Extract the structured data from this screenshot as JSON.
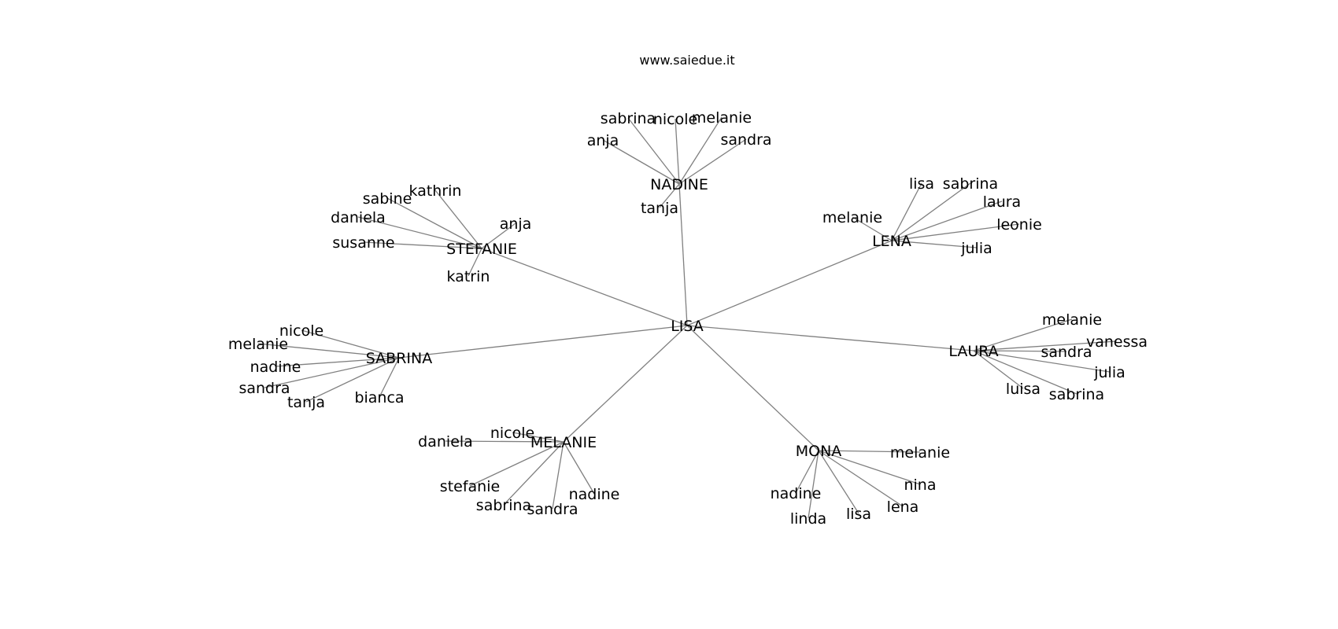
{
  "title": "www.saiedue.it",
  "graph": {
    "root": "LISA",
    "hubs": [
      {
        "label": "NADINE",
        "leaves": [
          "sabrina",
          "nicole",
          "melanie",
          "anja",
          "sandra",
          "tanja"
        ]
      },
      {
        "label": "LENA",
        "leaves": [
          "lisa",
          "sabrina",
          "laura",
          "melanie",
          "leonie",
          "julia"
        ]
      },
      {
        "label": "STEFANIE",
        "leaves": [
          "kathrin",
          "sabine",
          "daniela",
          "anja",
          "susanne",
          "katrin"
        ]
      },
      {
        "label": "SABRINA",
        "leaves": [
          "nicole",
          "melanie",
          "nadine",
          "sandra",
          "tanja",
          "bianca"
        ]
      },
      {
        "label": "LAURA",
        "leaves": [
          "melanie",
          "vanessa",
          "sandra",
          "julia",
          "luisa",
          "sabrina"
        ]
      },
      {
        "label": "MELANIE",
        "leaves": [
          "nicole",
          "daniela",
          "stefanie",
          "nadine",
          "sabrina",
          "sandra"
        ]
      },
      {
        "label": "MONA",
        "leaves": [
          "melanie",
          "nina",
          "nadine",
          "lena",
          "lisa",
          "linda"
        ]
      }
    ]
  }
}
